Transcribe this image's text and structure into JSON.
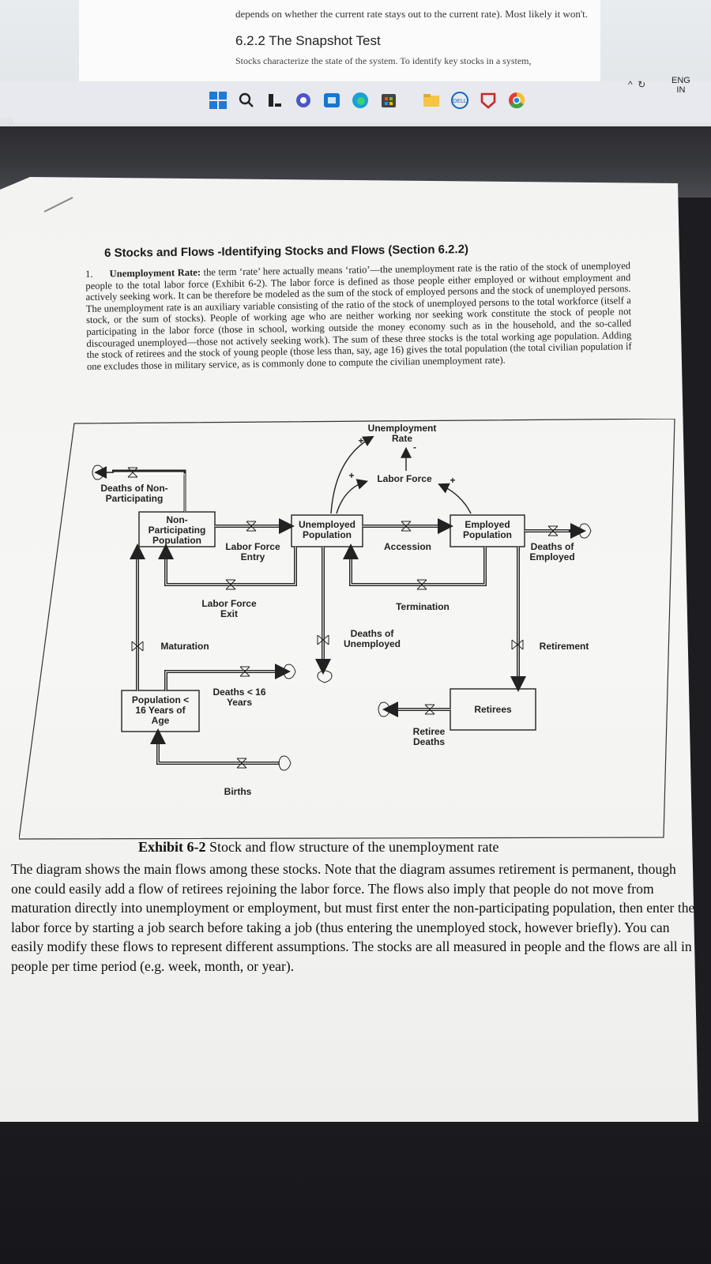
{
  "screen": {
    "doc_line1": "depends on whether the current rate stays out to the current rate). Most likely it won't.",
    "section_title": "6.2.2   The Snapshot Test",
    "doc_line2": "Stocks characterize the state of the system. To identify key stocks in a system,",
    "tray_language": "ENG",
    "tray_region": "IN",
    "side_text": "udy"
  },
  "paper": {
    "heading": "6   Stocks and Flows -Identifying Stocks and Flows (Section 6.2.2)",
    "intro_number": "1.",
    "intro_lead": "Unemployment Rate:",
    "intro_text": "the term ‘rate’ here actually means ‘ratio’—the unemployment rate is the ratio of the stock of unemployed people to the total labor force (Exhibit 6-2). The labor force is defined as those people either employed or without employment and actively seeking work. It can be therefore be modeled as the sum of the stock of employed persons and the stock of unemployed persons. The unemployment rate is an auxiliary variable consisting of the ratio of the stock of unemployed persons to the total workforce (itself a stock, or the sum of stocks). People of working age who are neither working nor seeking work constitute the stock of people not participating in the labor force (those in school, working outside the money economy such as in the household, and the so-called discouraged unemployed—those not actively seeking work). The sum of these three stocks is the total working age population. Adding the stock of retirees and the stock of young people (those less than, say, age 16) gives the total population (the total civilian population if one excludes those in military service, as is commonly done to compute the civilian unemployment rate).",
    "caption_lead": "Exhibit 6-2",
    "caption_text": "Stock and flow structure of the unemployment rate",
    "body": "The diagram shows the main flows among these stocks. Note that the diagram assumes retirement is permanent, though one could easily add a flow of retirees rejoining the labor force. The flows also imply that people do not move from maturation directly into unemployment or employment, but must first enter the non-participating population, then enter the labor force by starting a job search before taking a job (thus entering the unemployed stock, however briefly). You can easily modify these flows to represent different assumptions. The stocks are all measured in people and the flows are all in people per time period (e.g. week, month, or year)."
  },
  "diagram": {
    "unemployment_rate": "Unemployment Rate",
    "labor_force": "Labor Force",
    "deaths_non_participating": "Deaths of Non-Participating",
    "non_participating": "Non-Participating Population",
    "unemployed": "Unemployed Population",
    "employed": "Employed Population",
    "labor_force_entry": "Labor Force Entry",
    "accession": "Accession",
    "deaths_employed": "Deaths of Employed",
    "labor_force_exit": "Labor Force Exit",
    "termination": "Termination",
    "deaths_unemployed": "Deaths of Unemployed",
    "maturation": "Maturation",
    "retirement": "Retirement",
    "deaths_under_16": "Deaths < 16 Years",
    "pop_under_16": "Population < 16 Years of Age",
    "retirees": "Retirees",
    "retiree_deaths": "Retiree Deaths",
    "births": "Births",
    "plus": "+",
    "minus": "-"
  }
}
